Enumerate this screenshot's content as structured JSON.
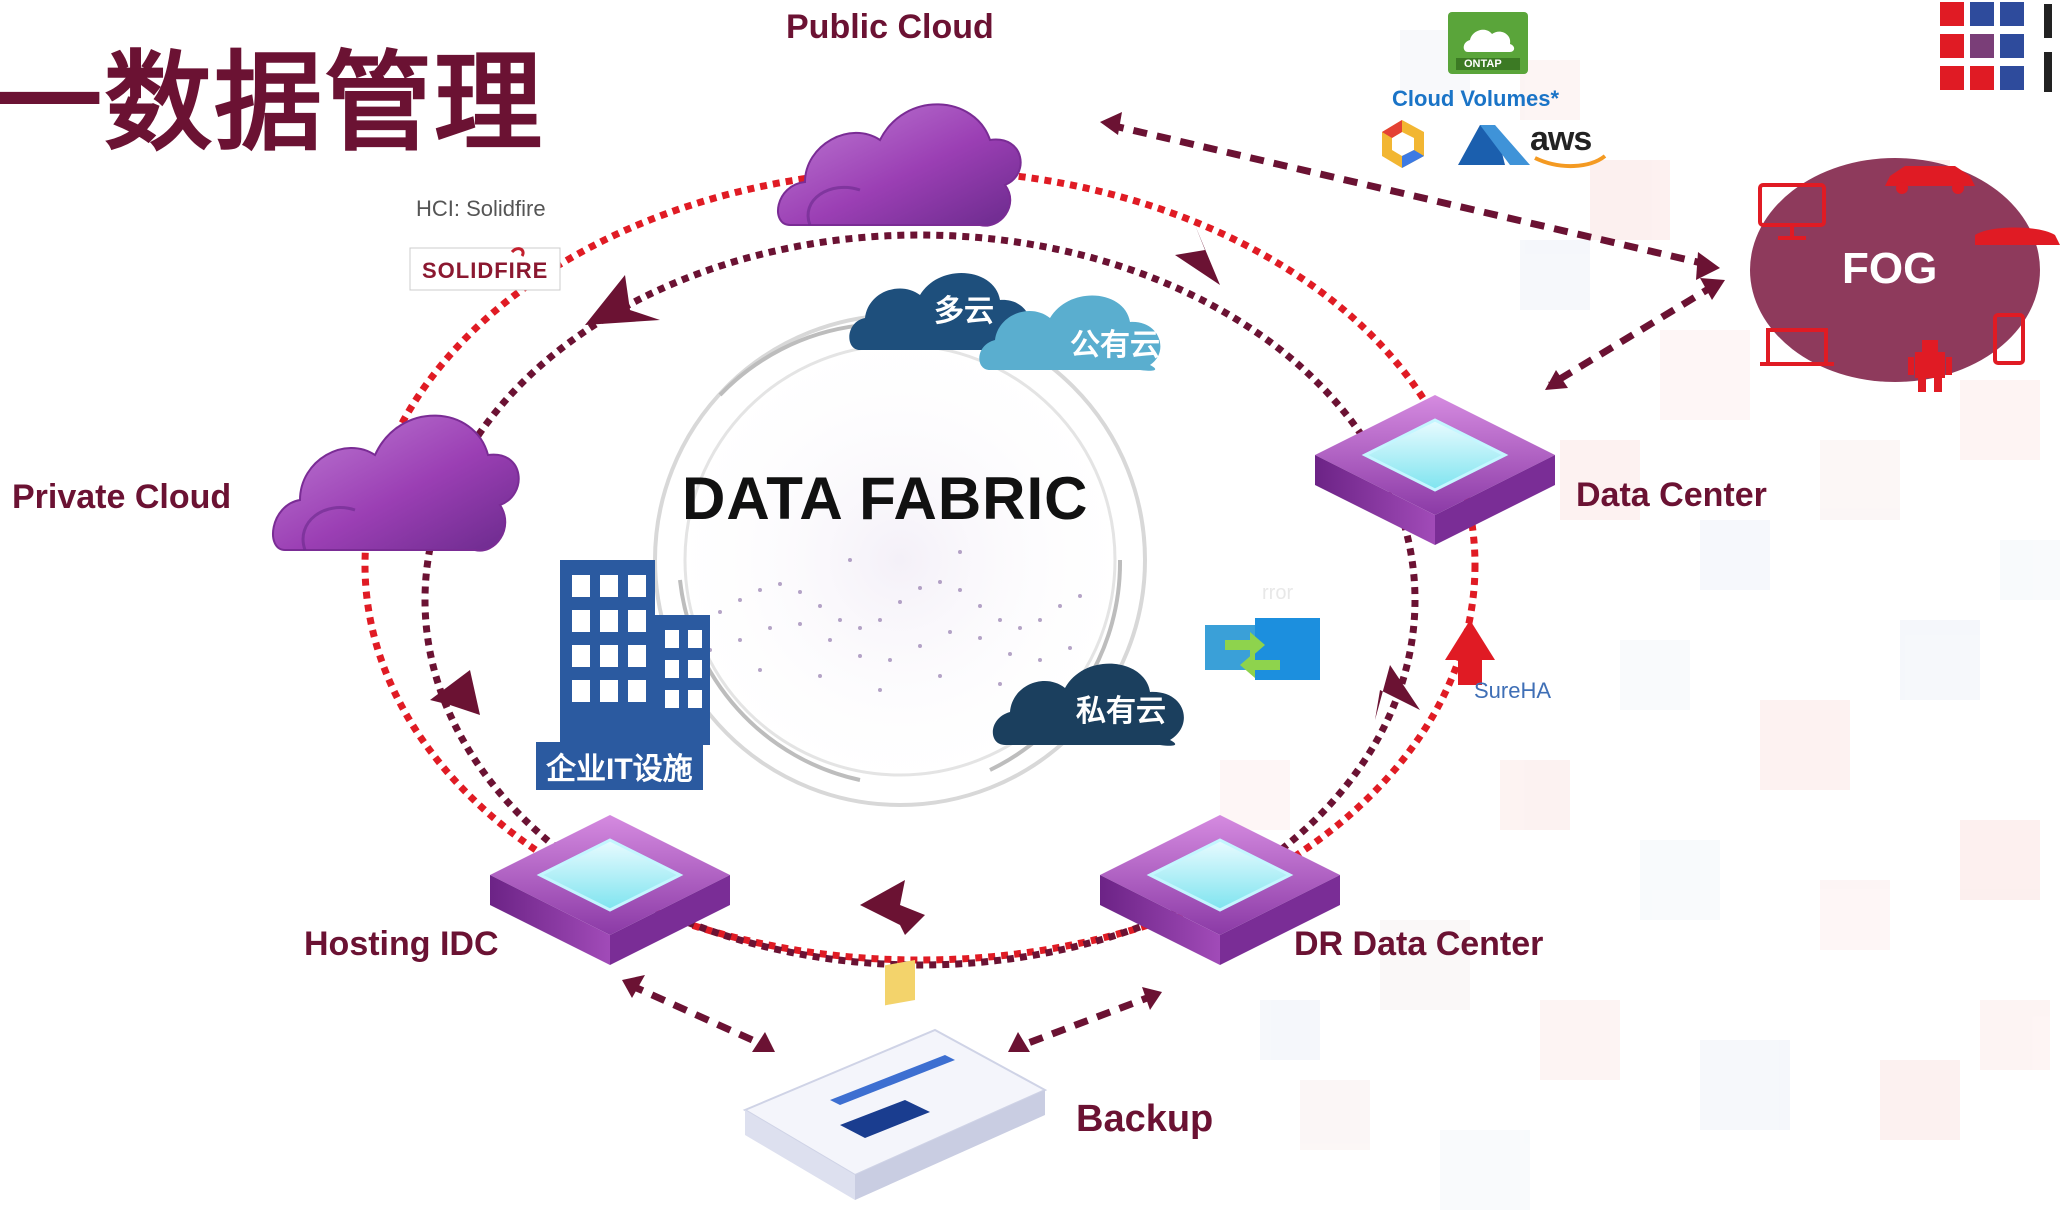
{
  "page_title": "一数据管理",
  "center": {
    "title": "DATA FABRIC"
  },
  "nodes": {
    "public_cloud": "Public Cloud",
    "private_cloud": "Private Cloud",
    "data_center": "Data Center",
    "dr_data_center": "DR Data Center",
    "hosting_idc": "Hosting IDC",
    "backup": "Backup"
  },
  "inner_clouds": {
    "multi_cloud": "多云",
    "public_cloud": "公有云",
    "private_cloud": "私有云"
  },
  "enterprise_it": "企业IT设施",
  "hci": {
    "label": "HCI: Solidfire",
    "logo": "SOLIDFIRE"
  },
  "cloud_volumes": {
    "badge": "ONTAP",
    "label": "Cloud Volumes*",
    "aws": "aws"
  },
  "fog": {
    "label": "FOG"
  },
  "sureha": "SureHA",
  "mirror_fragment": "rror",
  "colors": {
    "brand": "#6b1233",
    "ring_red": "#e01b24",
    "arrow": "#6b1233",
    "fog": "#8e3a5c",
    "device_red": "#e01b24",
    "cloud_dark": "#1e4f7c",
    "cloud_light": "#5aaecf"
  }
}
